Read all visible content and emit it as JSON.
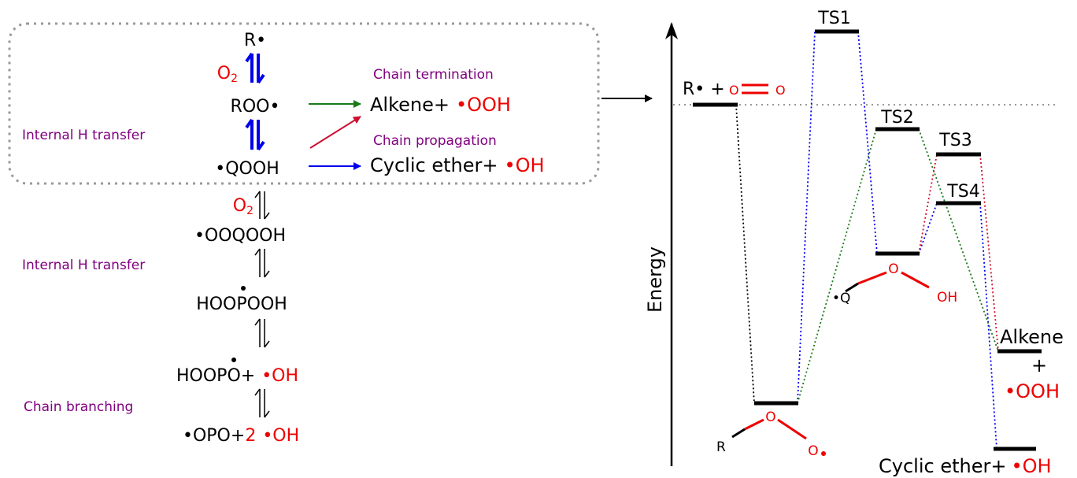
{
  "colors": {
    "black": "#000000",
    "red": "#ee0000",
    "blue": "#0000ee",
    "green": "#1a7a1a",
    "crimson": "#cc1133",
    "purple": "#800080",
    "gray": "#999999"
  },
  "mechanism": {
    "r": "R•",
    "o2_top": "O",
    "o2_top_sub": "2",
    "roo": "ROO•",
    "qooh": "•QOOH",
    "chain_termination": "Chain termination",
    "chain_propagation": "Chain propagation",
    "alkene_plus": "Alkene+",
    "ooh": "•OOH",
    "cyclic_ether_plus": "Cyclic ether+",
    "oh": "•OH",
    "internal_h_transfer_1": "Internal H transfer",
    "o2_mid": "O",
    "o2_mid_sub": "2",
    "ooqooh": "•OOQOOH",
    "internal_h_transfer_2": "Internal H transfer",
    "hoopooh": "HOOPOOH",
    "hoopo_plus": "HOOPO+",
    "oh2": "•OH",
    "chain_branching": "Chain branching",
    "opo_plus": "•OPO+",
    "two": "2",
    "oh3": "•OH"
  },
  "energy_diagram": {
    "ylabel": "Energy",
    "reactant_r": "R• +",
    "reactant_o1": "O",
    "reactant_o2": "O",
    "ts1": "TS1",
    "ts2": "TS2",
    "ts3": "TS3",
    "ts4": "TS4",
    "roo_r": "R",
    "roo_o1": "O",
    "roo_o2": "O",
    "qooh_q": "•Q",
    "qooh_o": "O",
    "qooh_oh": "OH",
    "alkene": "Alkene",
    "plus": "+",
    "ooh": "•OOH",
    "cyclic_ether_plus": "Cyclic ether+",
    "oh": "•OH"
  }
}
